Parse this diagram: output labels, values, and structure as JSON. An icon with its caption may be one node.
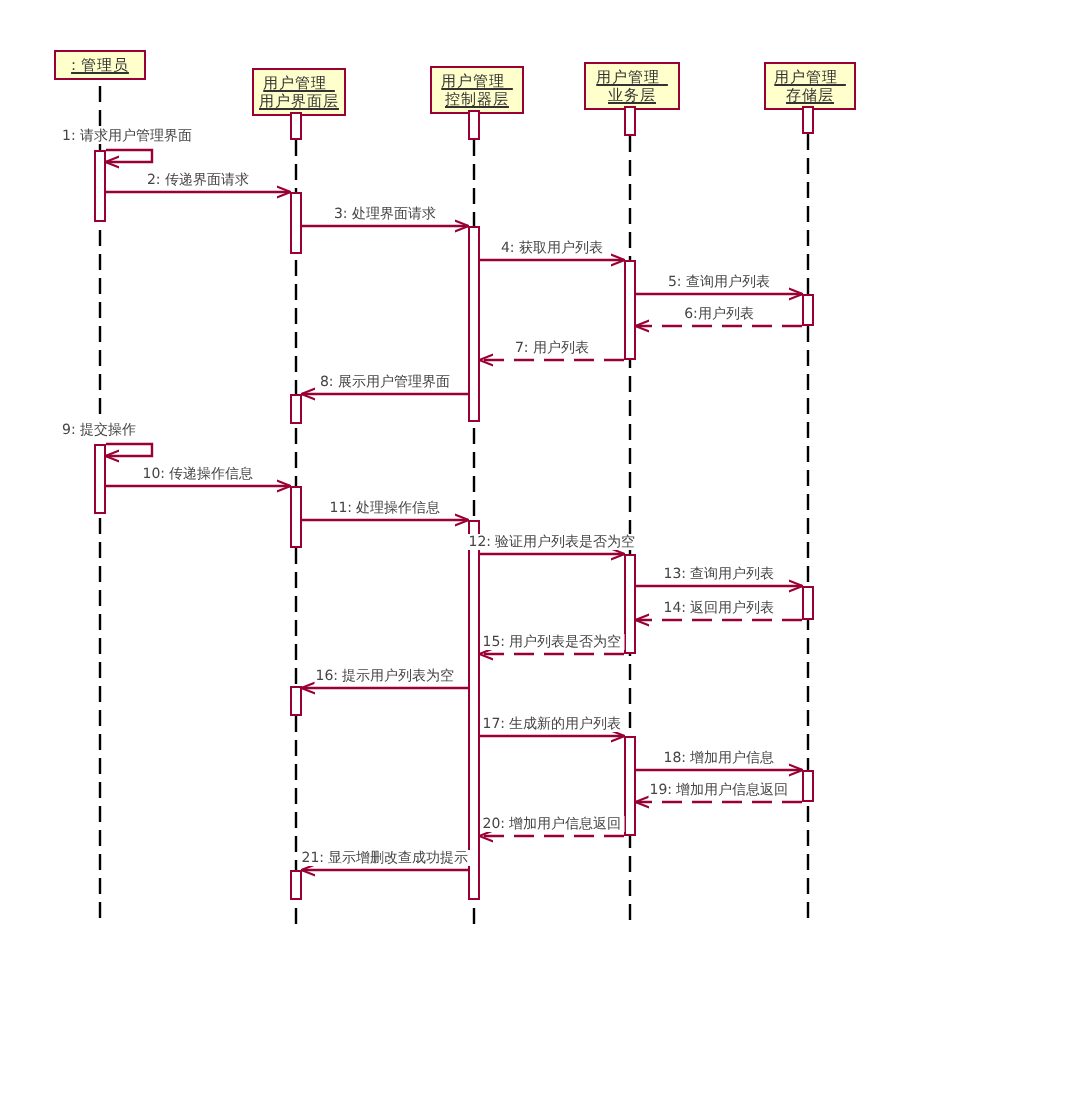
{
  "diagram": {
    "nodes": [
      {
        "text": [
          ": 管理员"
        ]
      },
      {
        "text": [
          "用户管理_用户界面层"
        ]
      },
      {
        "text": [
          "用户管理_控制器层"
        ]
      },
      {
        "text": [
          "用户管理_业务层"
        ]
      },
      {
        "text": [
          "用户管理_存储层"
        ]
      },
      {
        "text": [],
        "shape": "bar"
      },
      {
        "text": [],
        "shape": "bar"
      },
      {
        "text": [],
        "shape": "bar"
      },
      {
        "text": [],
        "shape": "bar"
      },
      {
        "text": [],
        "shape": "bar"
      },
      {
        "text": [],
        "shape": "bar"
      },
      {
        "text": [],
        "shape": "bar"
      },
      {
        "text": [],
        "shape": "bar"
      },
      {
        "text": [],
        "shape": "bar"
      },
      {
        "text": [],
        "shape": "bar"
      },
      {
        "text": [],
        "shape": "bar"
      },
      {
        "text": [],
        "shape": "bar"
      },
      {
        "text": [],
        "shape": "bar"
      },
      {
        "text": [],
        "shape": "bar"
      },
      {
        "text": [],
        "shape": "bar"
      },
      {
        "text": [],
        "shape": "bar"
      },
      {
        "text": [],
        "shape": "bar"
      },
      {
        "text": [],
        "shape": "bar"
      },
      {
        "text": [],
        "shape": "bar"
      }
    ],
    "edges": [
      {
        "from": 9,
        "to": 9,
        "arrow": "to",
        "label": "1: 请求用户管理界面"
      },
      {
        "from": 9,
        "to": 10,
        "arrow": "to",
        "label": "2: 传递界面请求"
      },
      {
        "from": 10,
        "to": 11,
        "arrow": "to",
        "label": "3: 处理界面请求"
      },
      {
        "from": 11,
        "to": 12,
        "arrow": "to",
        "label": "4: 获取用户列表"
      },
      {
        "from": 12,
        "to": 13,
        "arrow": "to",
        "label": "5: 查询用户列表"
      },
      {
        "from": 13,
        "to": 12,
        "arrow": "to",
        "label": "6:用户列表",
        "style": "dashed"
      },
      {
        "from": 12,
        "to": 11,
        "arrow": "to",
        "label": "7: 用户列表",
        "style": "dashed"
      },
      {
        "from": 11,
        "to": 14,
        "arrow": "to",
        "label": "8: 展示用户管理界面"
      },
      {
        "from": 15,
        "to": 15,
        "arrow": "to",
        "label": "9: 提交操作"
      },
      {
        "from": 15,
        "to": 16,
        "arrow": "to",
        "label": "10: 传递操作信息"
      },
      {
        "from": 16,
        "to": 17,
        "arrow": "to",
        "label": "11: 处理操作信息"
      },
      {
        "from": 17,
        "to": 18,
        "arrow": "to",
        "label": "12: 验证用户列表是否为空"
      },
      {
        "from": 18,
        "to": 19,
        "arrow": "to",
        "label": "13: 查询用户列表"
      },
      {
        "from": 19,
        "to": 18,
        "arrow": "to",
        "label": "14: 返回用户列表",
        "style": "dashed"
      },
      {
        "from": 18,
        "to": 17,
        "arrow": "to",
        "label": "15: 用户列表是否为空",
        "style": "dashed"
      },
      {
        "from": 17,
        "to": 20,
        "arrow": "to",
        "label": "16: 提示用户列表为空"
      },
      {
        "from": 17,
        "to": 21,
        "arrow": "to",
        "label": "17: 生成新的用户列表"
      },
      {
        "from": 21,
        "to": 22,
        "arrow": "to",
        "label": "18: 增加用户信息"
      },
      {
        "from": 22,
        "to": 21,
        "arrow": "to",
        "label": "19: 增加用户信息返回",
        "style": "dashed"
      },
      {
        "from": 21,
        "to": 17,
        "arrow": "to",
        "label": "20: 增加用户信息返回",
        "style": "dashed"
      },
      {
        "from": 17,
        "to": 23,
        "arrow": "to",
        "label": "21: 显示增删改查成功提示"
      }
    ]
  }
}
